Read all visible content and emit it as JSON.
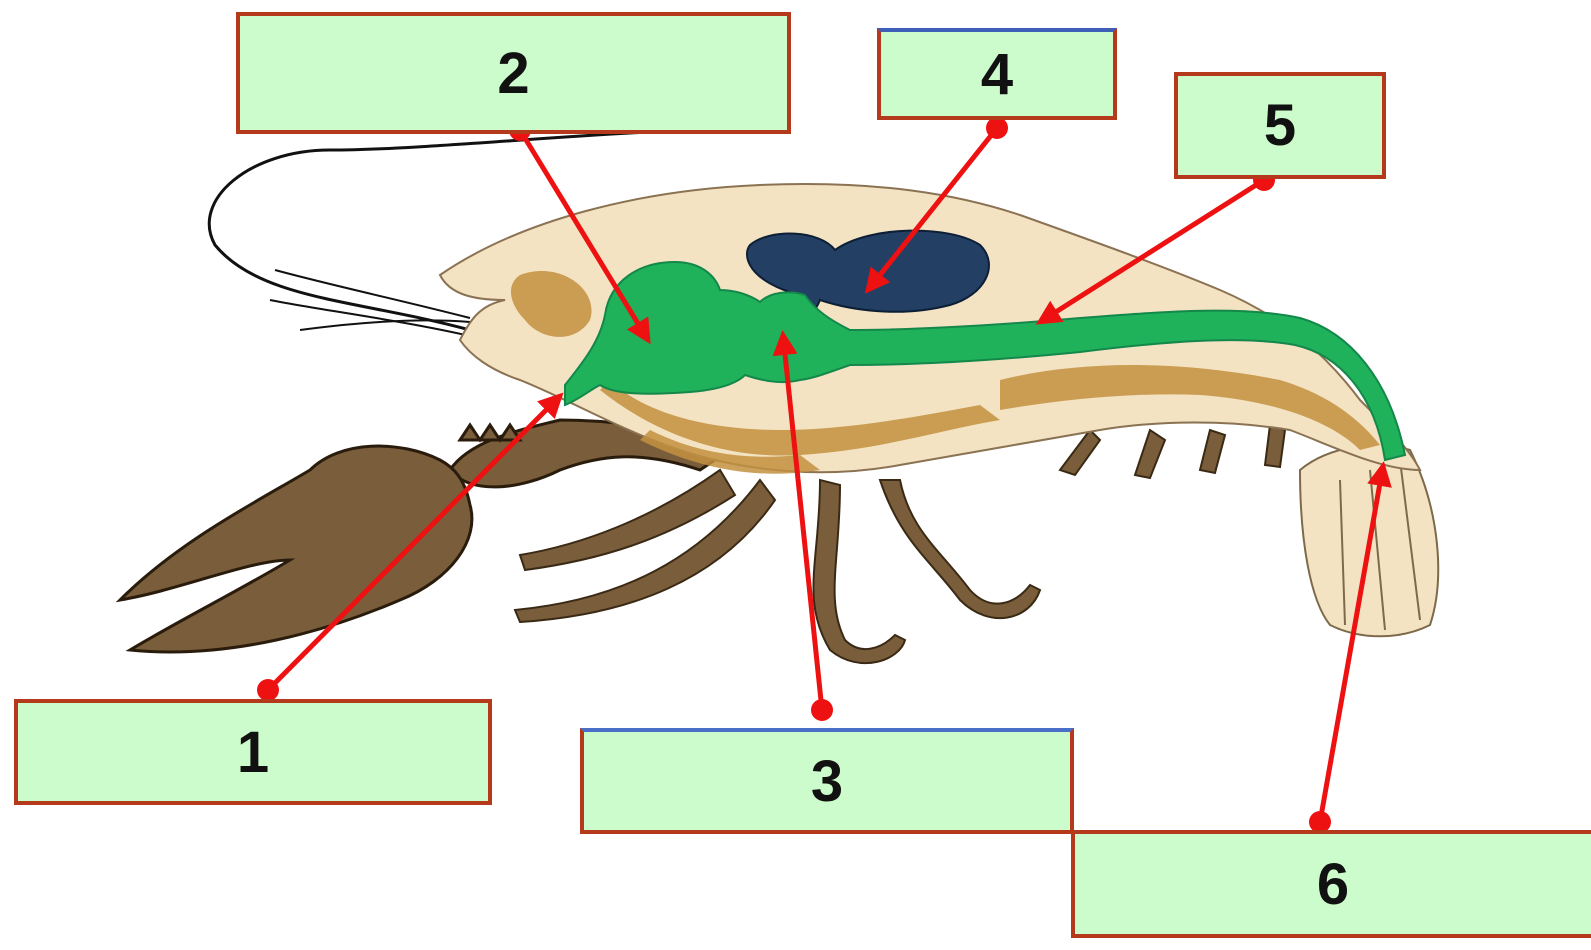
{
  "diagram": {
    "labels": {
      "l1": "1",
      "l2": "2",
      "l3": "3",
      "l4": "4",
      "l5": "5",
      "l6": "6"
    },
    "colors": {
      "box_fill": "#ccfccc",
      "box_border": "#b53a1b",
      "arrow": "#ee1111",
      "digestive_tract": "#1fb25a",
      "heart": "#233f63",
      "body_cutaway": "#f3e3c3",
      "internal_organs": "#c3913f",
      "claw_and_legs": "#7a5d3a"
    }
  }
}
